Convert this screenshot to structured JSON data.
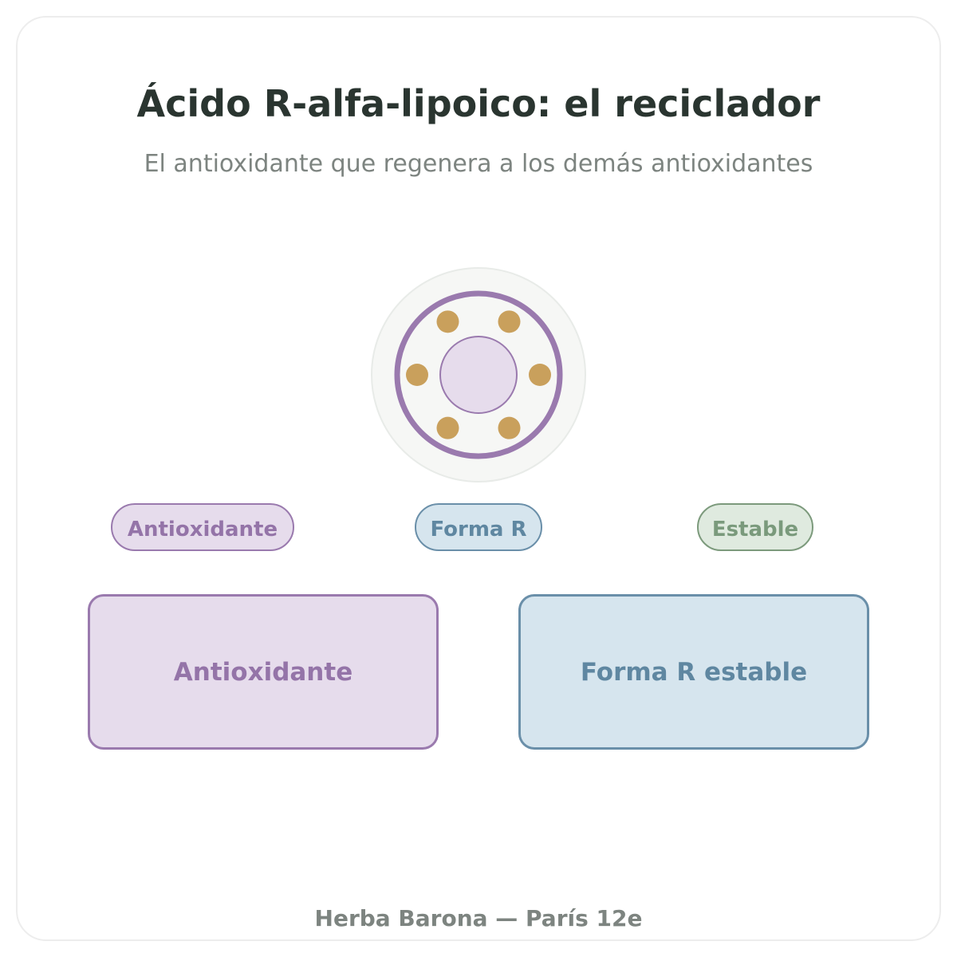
{
  "header": {
    "title": "Ácido R-alfa-lipoico: el reciclador",
    "subtitle": "El antioxidante que regenera a los demás antioxidantes"
  },
  "emblem": {
    "icon": "antioxidant-molecule-icon",
    "dot_count": 6,
    "colors": {
      "outer_fill": "#f6f7f5",
      "ring": "#9a7aae",
      "core": "#e6dcec",
      "dots": "#c9a05c"
    }
  },
  "tags": [
    {
      "label": "Antioxidante"
    },
    {
      "label": "Forma R"
    },
    {
      "label": "Estable"
    }
  ],
  "cards": [
    {
      "label": "Antioxidante"
    },
    {
      "label": "Forma R estable"
    }
  ],
  "footer": {
    "text": "Herba Barona — París 12e"
  },
  "colors": {
    "purple": "#9a7aae",
    "blue": "#6a8fa9",
    "green": "#7c9a7c",
    "title": "#2a3530",
    "muted": "#7d8480"
  }
}
